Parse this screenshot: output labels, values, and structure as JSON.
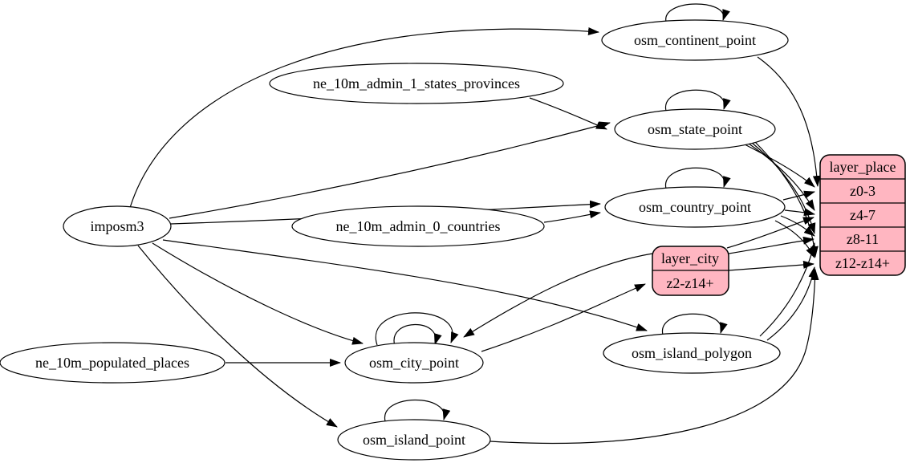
{
  "diagram": {
    "type": "etl-graph",
    "colors": {
      "background": "#ffffff",
      "node_fill": "#ffffff",
      "record_fill": "#ffb6c1",
      "stroke": "#000000"
    },
    "nodes": [
      {
        "id": "imposm3",
        "shape": "ellipse",
        "label": "imposm3"
      },
      {
        "id": "ne_10m_admin_1_states_provinces",
        "shape": "ellipse",
        "label": "ne_10m_admin_1_states_provinces"
      },
      {
        "id": "ne_10m_admin_0_countries",
        "shape": "ellipse",
        "label": "ne_10m_admin_0_countries"
      },
      {
        "id": "ne_10m_populated_places",
        "shape": "ellipse",
        "label": "ne_10m_populated_places"
      },
      {
        "id": "osm_continent_point",
        "shape": "ellipse",
        "label": "osm_continent_point"
      },
      {
        "id": "osm_state_point",
        "shape": "ellipse",
        "label": "osm_state_point"
      },
      {
        "id": "osm_country_point",
        "shape": "ellipse",
        "label": "osm_country_point"
      },
      {
        "id": "osm_city_point",
        "shape": "ellipse",
        "label": "osm_city_point"
      },
      {
        "id": "osm_island_polygon",
        "shape": "ellipse",
        "label": "osm_island_polygon"
      },
      {
        "id": "osm_island_point",
        "shape": "ellipse",
        "label": "osm_island_point"
      },
      {
        "id": "layer_city",
        "shape": "record",
        "label": "layer_city",
        "rows": [
          "z2-z14+"
        ]
      },
      {
        "id": "layer_place",
        "shape": "record",
        "label": "layer_place",
        "rows": [
          "z0-3",
          "z4-7",
          "z8-11",
          "z12-z14+"
        ]
      }
    ],
    "edges": [
      {
        "from": "imposm3",
        "to": "osm_continent_point"
      },
      {
        "from": "imposm3",
        "to": "osm_state_point"
      },
      {
        "from": "imposm3",
        "to": "osm_country_point"
      },
      {
        "from": "imposm3",
        "to": "osm_city_point"
      },
      {
        "from": "imposm3",
        "to": "osm_island_polygon"
      },
      {
        "from": "imposm3",
        "to": "osm_island_point"
      },
      {
        "from": "ne_10m_admin_1_states_provinces",
        "to": "osm_state_point"
      },
      {
        "from": "ne_10m_admin_0_countries",
        "to": "osm_country_point"
      },
      {
        "from": "ne_10m_populated_places",
        "to": "osm_city_point"
      },
      {
        "from": "osm_continent_point",
        "to": "osm_continent_point"
      },
      {
        "from": "osm_state_point",
        "to": "osm_state_point"
      },
      {
        "from": "osm_country_point",
        "to": "osm_country_point"
      },
      {
        "from": "osm_city_point",
        "to": "osm_city_point"
      },
      {
        "from": "osm_city_point",
        "to": "osm_city_point"
      },
      {
        "from": "osm_island_polygon",
        "to": "osm_island_polygon"
      },
      {
        "from": "osm_island_point",
        "to": "osm_island_point"
      },
      {
        "from": "layer_city",
        "to": "osm_city_point"
      },
      {
        "from": "osm_city_point",
        "to": "layer_city:z2-z14+"
      },
      {
        "from": "osm_continent_point",
        "to": "layer_place:z0-3"
      },
      {
        "from": "osm_state_point",
        "to": "layer_place:z0-3"
      },
      {
        "from": "osm_state_point",
        "to": "layer_place:z4-7"
      },
      {
        "from": "osm_state_point",
        "to": "layer_place:z8-11"
      },
      {
        "from": "osm_state_point",
        "to": "layer_place:z12-z14+"
      },
      {
        "from": "osm_country_point",
        "to": "layer_place:z0-3"
      },
      {
        "from": "osm_country_point",
        "to": "layer_place:z4-7"
      },
      {
        "from": "osm_country_point",
        "to": "layer_place:z8-11"
      },
      {
        "from": "osm_country_point",
        "to": "layer_place:z12-z14+"
      },
      {
        "from": "osm_island_polygon",
        "to": "layer_place:z8-11"
      },
      {
        "from": "osm_island_polygon",
        "to": "layer_place:z12-z14+"
      },
      {
        "from": "osm_island_point",
        "to": "layer_place:z12-z14+"
      },
      {
        "from": "layer_city",
        "to": "layer_place:z4-7"
      },
      {
        "from": "layer_city",
        "to": "layer_place:z8-11"
      },
      {
        "from": "layer_city",
        "to": "layer_place:z12-z14+"
      }
    ]
  }
}
